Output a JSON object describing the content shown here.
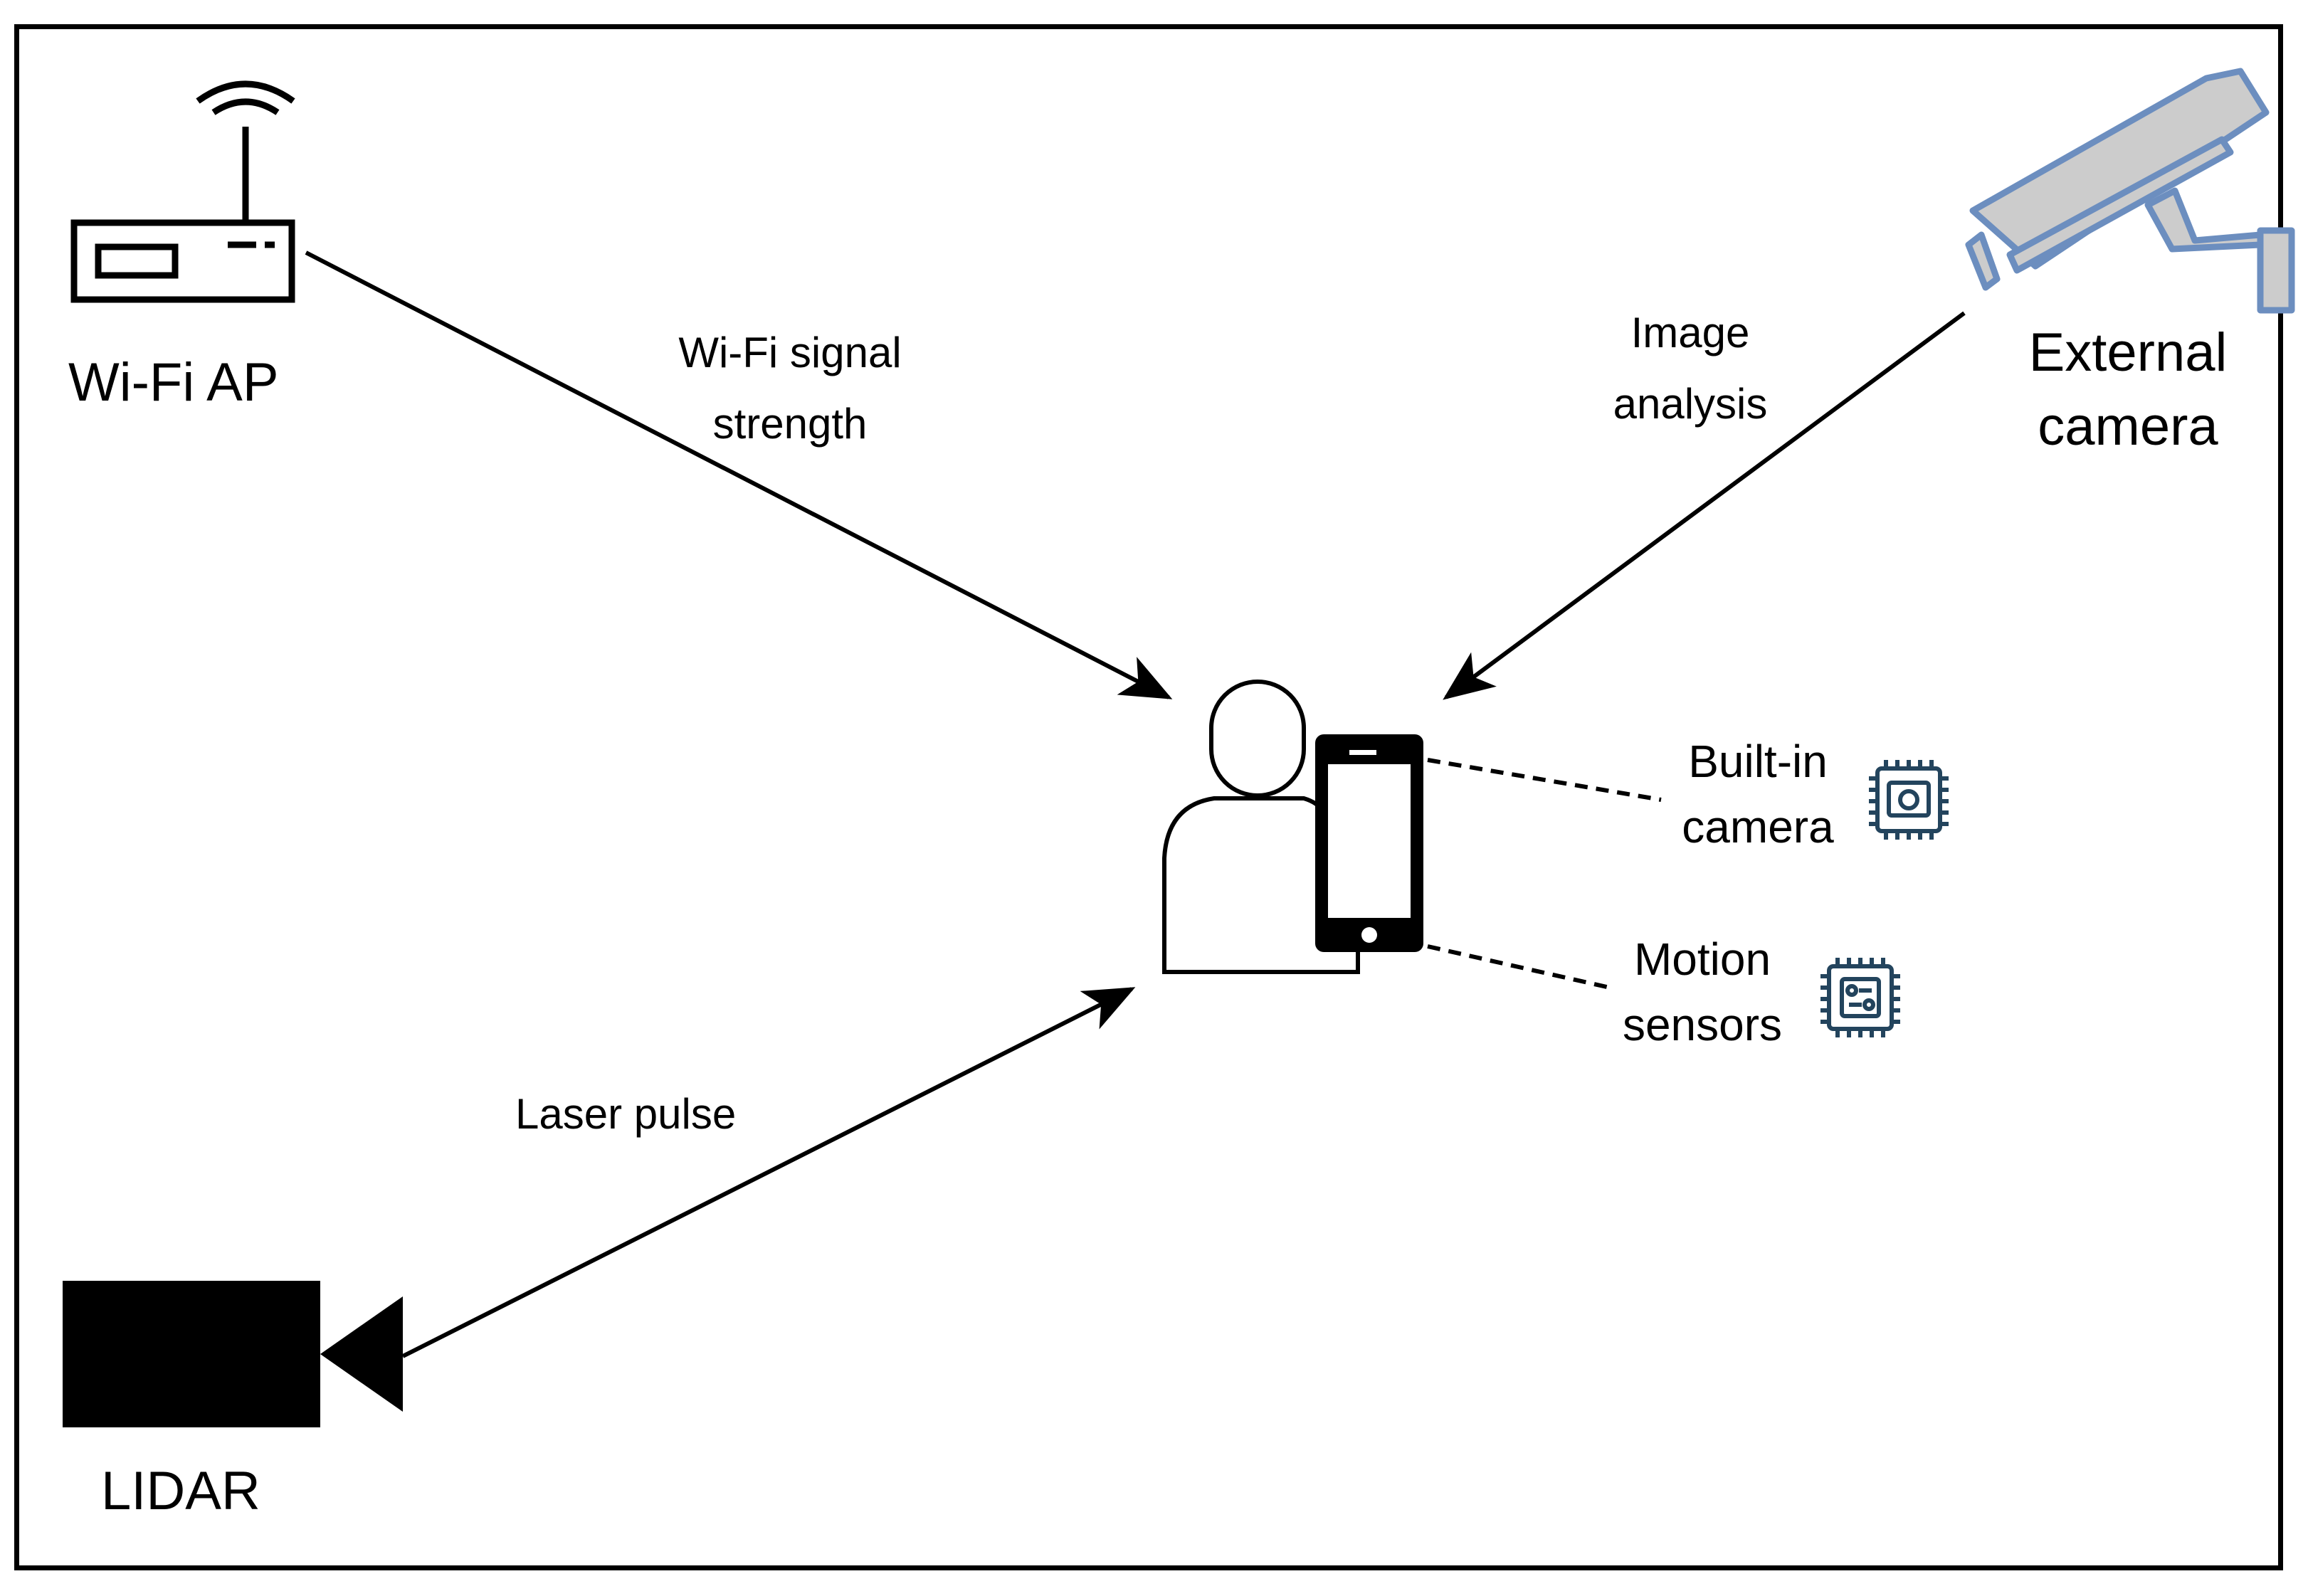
{
  "nodes": {
    "wifi_ap": {
      "label": "Wi-Fi AP",
      "icon": "wifi-router-icon"
    },
    "external_camera": {
      "label_line1": "External",
      "label_line2": "camera",
      "icon": "cctv-camera-icon",
      "color": "#6C8EBF"
    },
    "lidar": {
      "label": "LIDAR",
      "icon": "lidar-emitter-icon"
    },
    "user": {
      "icon": "person-with-smartphone-icon"
    },
    "builtin_camera": {
      "label_line1": "Built-in",
      "label_line2": "camera",
      "icon": "camera-chip-icon",
      "color": "#23445D"
    },
    "motion_sensors": {
      "label_line1": "Motion",
      "label_line2": "sensors",
      "icon": "sensor-chip-icon",
      "color": "#23445D"
    }
  },
  "edges": {
    "wifi_signal": {
      "line1": "Wi-Fi signal",
      "line2": "strength"
    },
    "image_analysis": {
      "line1": "Image",
      "line2": "analysis"
    },
    "laser_pulse": {
      "label": "Laser pulse"
    }
  }
}
